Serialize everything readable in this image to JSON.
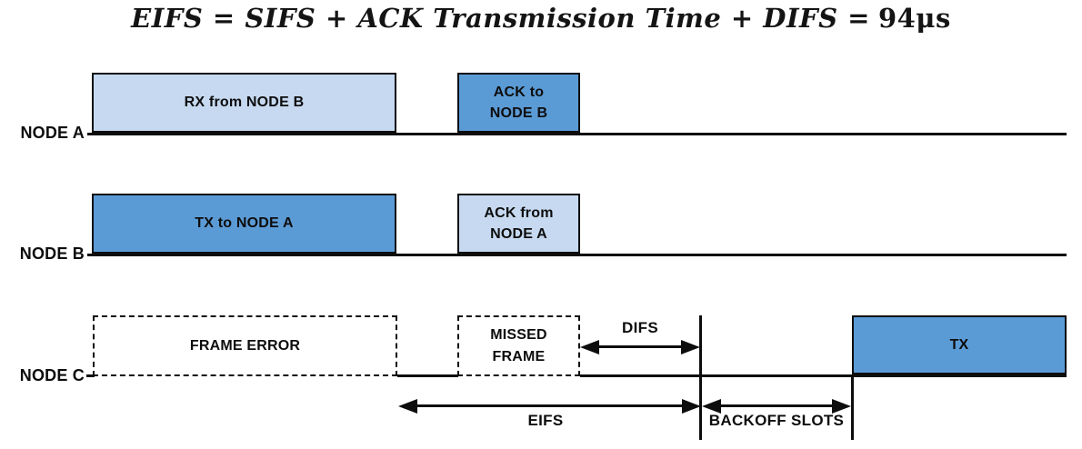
{
  "title": {
    "formula": "EIFS = SIFS + ACK Transmission Time + DIFS =",
    "result": "94μs"
  },
  "nodes": {
    "a": {
      "label": "NODE A",
      "rx_frame": "RX from NODE B",
      "ack_frame": "ACK to\nNODE B"
    },
    "b": {
      "label": "NODE B",
      "tx_frame": "TX to NODE A",
      "ack_frame": "ACK from\nNODE A"
    },
    "c": {
      "label": "NODE C",
      "frame_error_frame": "FRAME ERROR",
      "missed_frame_frame": "MISSED\nFRAME",
      "tx_frame": "TX"
    }
  },
  "annotations": {
    "difs": "DIFS",
    "eifs": "EIFS",
    "backoff_slots": "BACKOFF SLOTS"
  },
  "colors": {
    "light_blue": "#c6d9f0",
    "dark_blue": "#5b9bd5",
    "ink": "#0d0d0d"
  }
}
